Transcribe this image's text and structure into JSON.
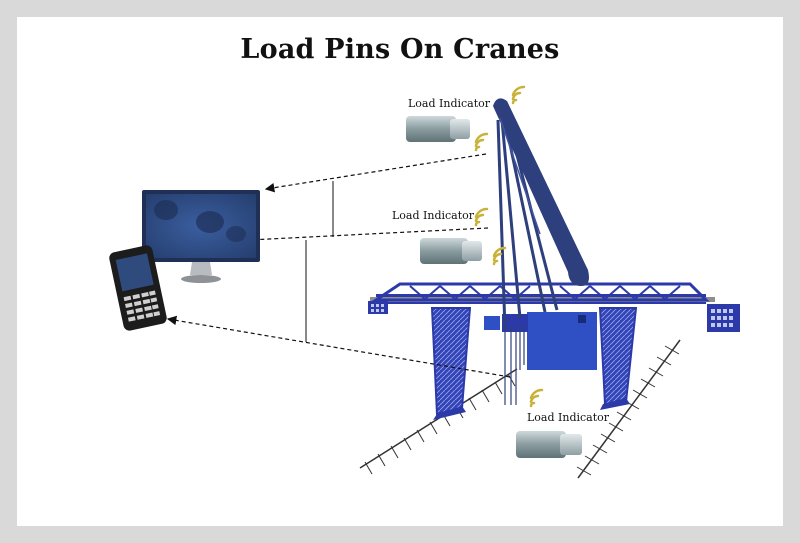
{
  "title": "Load Pins On Cranes",
  "labels": {
    "top": "Load Indicator",
    "middle": "Load Indicator",
    "bottom": "Load Indicator"
  },
  "colors": {
    "crane": "#2b3aa8",
    "boom": "#2d3f7c",
    "hook_box": "#2f4fc4",
    "rail": "#333333",
    "pin": "#8fa3a8",
    "signal": "#c9b23a",
    "screen": "#2f4a7c",
    "monitor_frame": "#1f2f55",
    "phone": "#1c1c1c"
  },
  "icons": [
    "wifi-signal-icon",
    "load-pin-icon",
    "monitor-icon",
    "mobile-phone-icon",
    "crane-illustration"
  ]
}
